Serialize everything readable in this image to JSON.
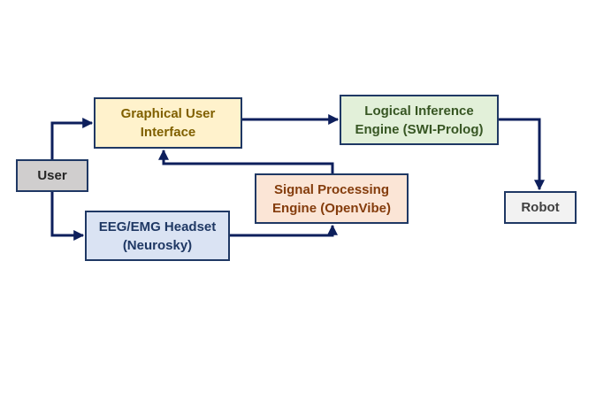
{
  "nodes": {
    "user": {
      "label": "User",
      "fill": "#d0cece",
      "text_color": "#262626"
    },
    "gui": {
      "label": "Graphical User\nInterface",
      "fill": "#fff2cc",
      "text_color": "#806000"
    },
    "eeg": {
      "label": "EEG/EMG Headset\n(Neurosky)",
      "fill": "#dae3f3",
      "text_color": "#1f3864"
    },
    "sig": {
      "label": "Signal Processing\nEngine (OpenVibe)",
      "fill": "#fbe5d6",
      "text_color": "#843c0c"
    },
    "logic": {
      "label": "Logical Inference\nEngine (SWI-Prolog)",
      "fill": "#e2f0d9",
      "text_color": "#375623"
    },
    "robot": {
      "label": "Robot",
      "fill": "#f2f2f2",
      "text_color": "#404040"
    }
  },
  "edges": [
    {
      "from": "user",
      "to": "gui"
    },
    {
      "from": "user",
      "to": "eeg"
    },
    {
      "from": "gui",
      "to": "logic"
    },
    {
      "from": "logic",
      "to": "robot"
    },
    {
      "from": "eeg",
      "to": "sig"
    },
    {
      "from": "sig",
      "to": "gui"
    }
  ],
  "colors": {
    "border": "#1f3864",
    "connector": "#0d1f5c"
  }
}
